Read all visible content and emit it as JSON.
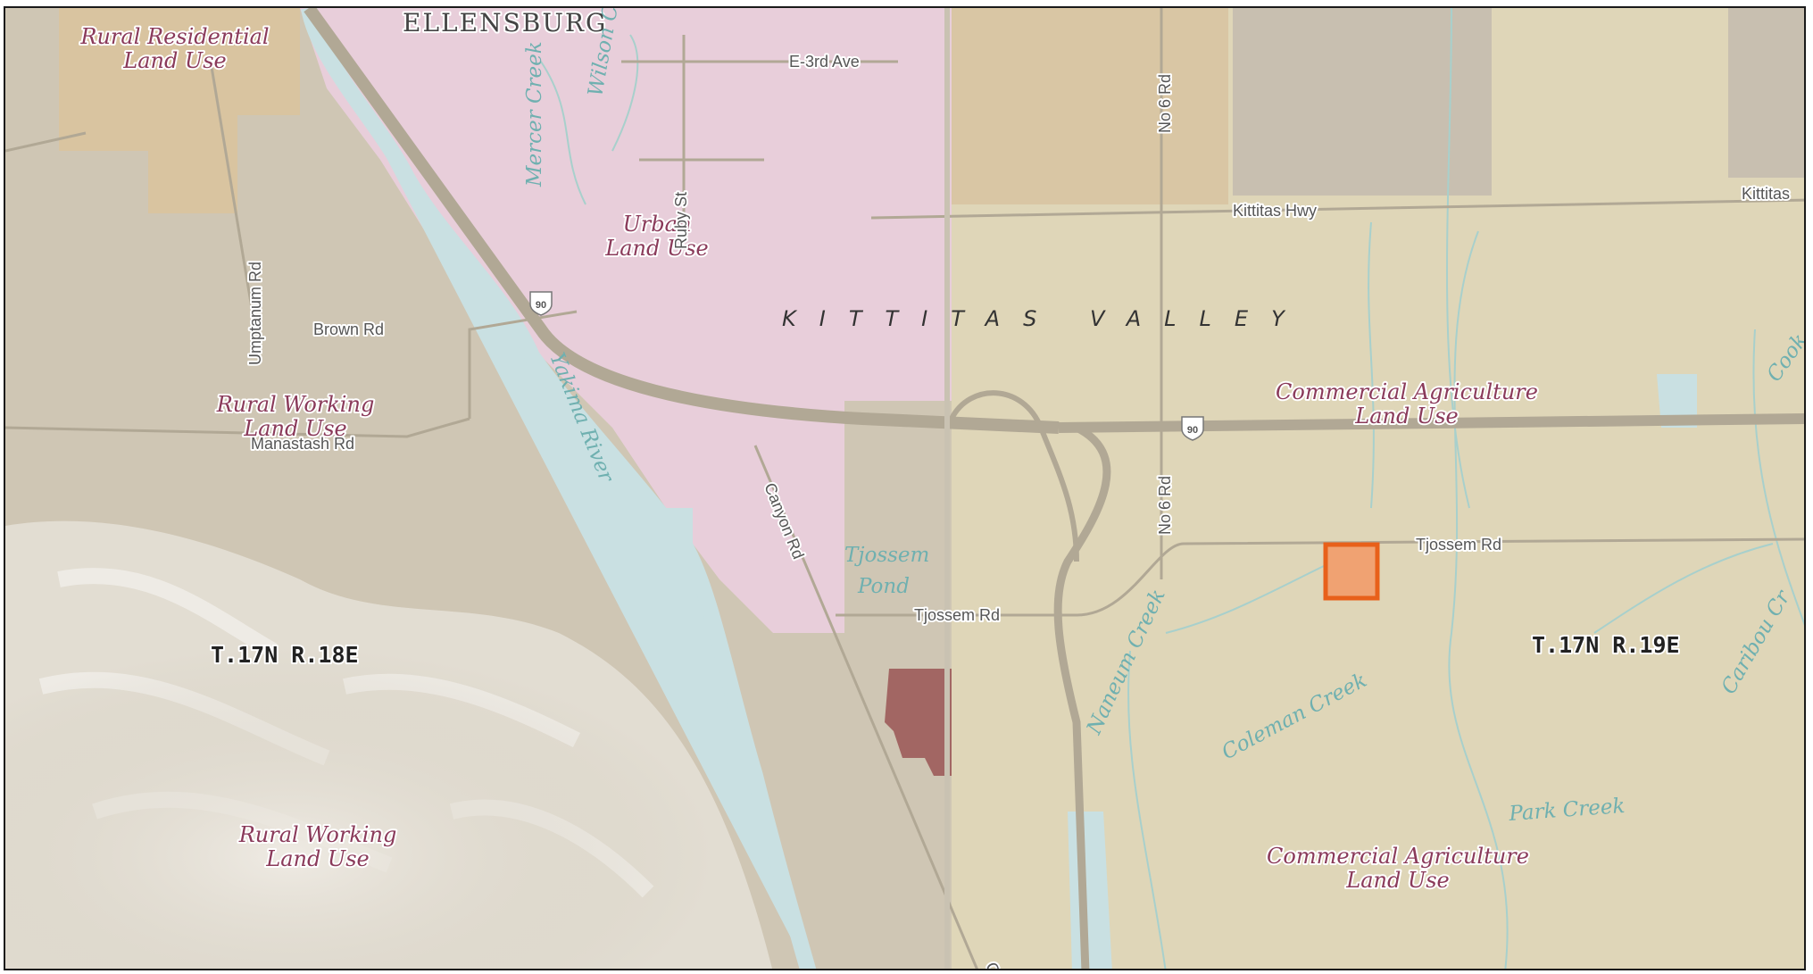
{
  "labels": {
    "city": "ELLENSBURG",
    "valley": "KITTITAS VALLEY",
    "land_use": {
      "rural_residential_1": "Rural Residential",
      "rural_residential_2": "Land Use",
      "urban_1": "Urban",
      "urban_2": "Land Use",
      "rural_working_a1": "Rural Working",
      "rural_working_a2": "Land Use",
      "rural_working_b1": "Rural Working",
      "rural_working_b2": "Land Use",
      "commercial_ag_a1": "Commercial Agriculture",
      "commercial_ag_a2": "Land Use",
      "commercial_ag_b1": "Commercial Agriculture",
      "commercial_ag_b2": "Land Use"
    },
    "townships": {
      "t17n_r18e": "T.17N R.18E",
      "t17n_r19e": "T.17N R.19E"
    },
    "roads": {
      "e3rd": "E-3rd Ave",
      "kittitas_hwy": "Kittitas Hwy",
      "kittitas_edge": "Kittitas",
      "no6_north": "No 6 Rd",
      "no6_south": "No 6 Rd",
      "brown": "Brown Rd",
      "manastash": "Manastash Rd",
      "umptanum": "Umptanum Rd",
      "ruby": "Ruby St",
      "canyon": "Canyon Rd",
      "canyon_edge": "Ca",
      "tjossem_east": "Tjossem Rd",
      "tjossem_west": "Tjossem Rd",
      "i90_shield": "90"
    },
    "water": {
      "wilson": "Wilson Cr",
      "mercer": "Mercer Creek",
      "yakima": "Yakima River",
      "tjossem_pond_1": "Tjossem",
      "tjossem_pond_2": "Pond",
      "naneum": "Naneum Creek",
      "coleman": "Coleman Creek",
      "park": "Park Creek",
      "cook": "Cook",
      "caribou": "Caribou Cr"
    }
  },
  "colors": {
    "urban": "#e9cfdc",
    "rural_residential": "#dcc39a",
    "commercial_agriculture": "#dfd6b8",
    "rural_working": "#cfc6b4",
    "highlight_parcel": "#f0a272",
    "highlight_border": "#e8601a",
    "dark_parcel": "#9a5555",
    "water": "#c9e0e2",
    "road": "#b1a895"
  },
  "layers": [
    "urban",
    "rural_residential",
    "commercial_agriculture",
    "rural_working",
    "highlight_parcel",
    "water",
    "road"
  ]
}
